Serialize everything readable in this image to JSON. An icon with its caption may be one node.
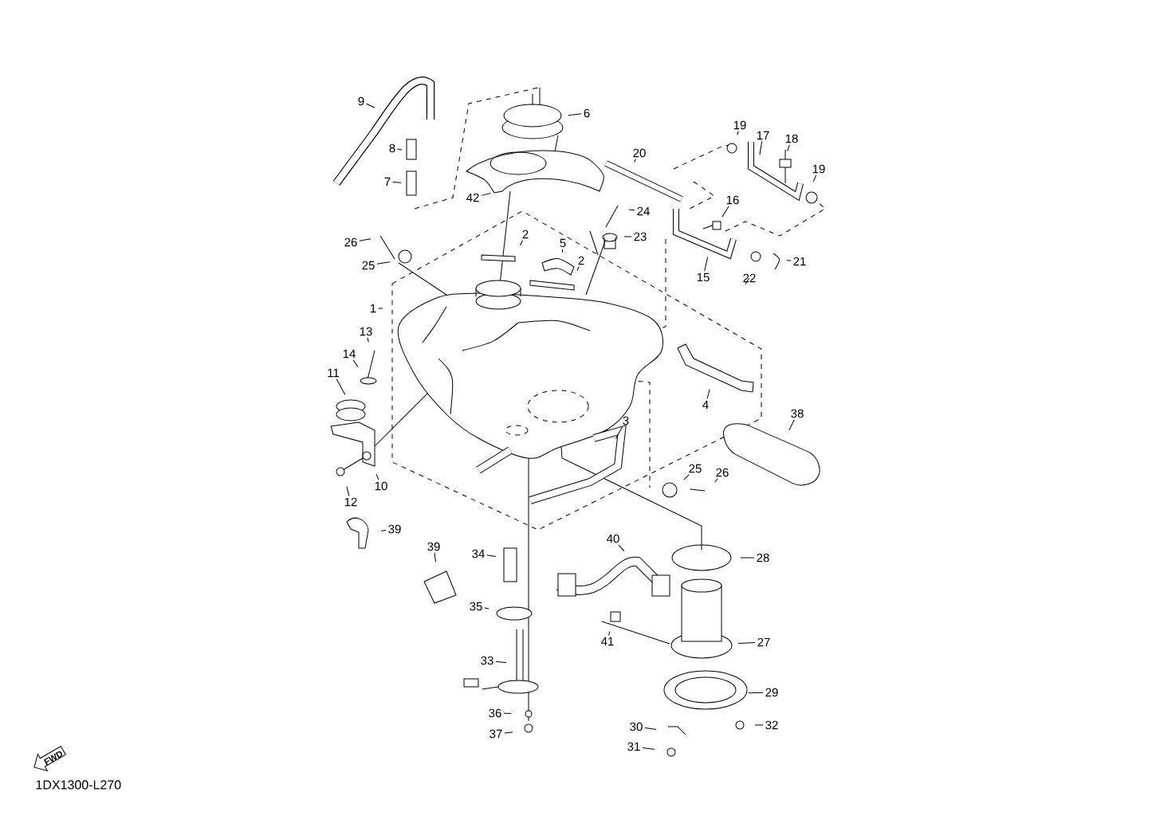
{
  "diagram": {
    "nodes": [
      {
        "text": [
          "9"
        ]
      },
      {
        "text": [
          "8"
        ]
      },
      {
        "text": [
          "7"
        ]
      },
      {
        "text": [
          "6"
        ]
      },
      {
        "text": [
          "42"
        ]
      },
      {
        "text": [
          "20"
        ]
      },
      {
        "text": [
          "19"
        ]
      },
      {
        "text": [
          "17"
        ]
      },
      {
        "text": [
          "18"
        ]
      },
      {
        "text": [
          "19"
        ]
      },
      {
        "text": [
          "24"
        ]
      },
      {
        "text": [
          "23"
        ]
      },
      {
        "text": [
          "16"
        ]
      },
      {
        "text": [
          "15"
        ]
      },
      {
        "text": [
          "22"
        ]
      },
      {
        "text": [
          "21"
        ]
      },
      {
        "text": [
          "26"
        ]
      },
      {
        "text": [
          "25"
        ]
      },
      {
        "text": [
          "2"
        ]
      },
      {
        "text": [
          "5"
        ]
      },
      {
        "text": [
          "2"
        ]
      },
      {
        "text": [
          "1"
        ]
      },
      {
        "text": [
          "13"
        ]
      },
      {
        "text": [
          "14"
        ]
      },
      {
        "text": [
          "11"
        ]
      },
      {
        "text": [
          "10"
        ]
      },
      {
        "text": [
          "12"
        ]
      },
      {
        "text": [
          "4"
        ]
      },
      {
        "text": [
          "3"
        ]
      },
      {
        "text": [
          "38"
        ]
      },
      {
        "text": [
          "25"
        ]
      },
      {
        "text": [
          "26"
        ]
      },
      {
        "text": [
          "39"
        ]
      },
      {
        "text": [
          "39"
        ]
      },
      {
        "text": [
          "34"
        ]
      },
      {
        "text": [
          "40"
        ]
      },
      {
        "text": [
          "28"
        ]
      },
      {
        "text": [
          "35"
        ]
      },
      {
        "text": [
          "41"
        ]
      },
      {
        "text": [
          "27"
        ]
      },
      {
        "text": [
          "33"
        ]
      },
      {
        "text": [
          "29"
        ]
      },
      {
        "text": [
          "36"
        ]
      },
      {
        "text": [
          "32"
        ]
      },
      {
        "text": [
          "30"
        ]
      },
      {
        "text": [
          "37"
        ]
      },
      {
        "text": [
          "31"
        ]
      }
    ],
    "edges": [
      {
        "from": 0,
        "to": null,
        "arrow": "none"
      },
      {
        "from": 1,
        "to": null,
        "arrow": "none"
      },
      {
        "from": 2,
        "to": null,
        "arrow": "none"
      },
      {
        "from": 3,
        "to": null,
        "arrow": "none"
      },
      {
        "from": 4,
        "to": null,
        "arrow": "none"
      },
      {
        "from": 5,
        "to": null,
        "arrow": "none"
      },
      {
        "from": 6,
        "to": null,
        "arrow": "none"
      },
      {
        "from": 7,
        "to": null,
        "arrow": "none"
      },
      {
        "from": 8,
        "to": null,
        "arrow": "none"
      },
      {
        "from": 9,
        "to": null,
        "arrow": "none"
      },
      {
        "from": 10,
        "to": null,
        "arrow": "none"
      },
      {
        "from": 11,
        "to": null,
        "arrow": "none"
      },
      {
        "from": 12,
        "to": null,
        "arrow": "none"
      },
      {
        "from": 13,
        "to": null,
        "arrow": "none"
      },
      {
        "from": 14,
        "to": null,
        "arrow": "none"
      },
      {
        "from": 15,
        "to": null,
        "arrow": "none"
      },
      {
        "from": 16,
        "to": null,
        "arrow": "none"
      },
      {
        "from": 17,
        "to": null,
        "arrow": "none"
      },
      {
        "from": 18,
        "to": null,
        "arrow": "none"
      },
      {
        "from": 19,
        "to": null,
        "arrow": "none"
      },
      {
        "from": 20,
        "to": null,
        "arrow": "none"
      },
      {
        "from": 21,
        "to": null,
        "arrow": "none"
      },
      {
        "from": 22,
        "to": null,
        "arrow": "none"
      },
      {
        "from": 23,
        "to": null,
        "arrow": "none"
      },
      {
        "from": 24,
        "to": null,
        "arrow": "none"
      },
      {
        "from": 25,
        "to": null,
        "arrow": "none"
      },
      {
        "from": 26,
        "to": null,
        "arrow": "none"
      },
      {
        "from": 27,
        "to": null,
        "arrow": "none"
      },
      {
        "from": 28,
        "to": null,
        "arrow": "none"
      },
      {
        "from": 29,
        "to": null,
        "arrow": "none"
      },
      {
        "from": 30,
        "to": null,
        "arrow": "none"
      },
      {
        "from": 31,
        "to": null,
        "arrow": "none"
      },
      {
        "from": 32,
        "to": null,
        "arrow": "none"
      },
      {
        "from": 33,
        "to": null,
        "arrow": "none"
      },
      {
        "from": 34,
        "to": null,
        "arrow": "none"
      },
      {
        "from": 35,
        "to": null,
        "arrow": "none"
      },
      {
        "from": 36,
        "to": null,
        "arrow": "none"
      },
      {
        "from": 37,
        "to": null,
        "arrow": "none"
      },
      {
        "from": 38,
        "to": null,
        "arrow": "none"
      },
      {
        "from": 39,
        "to": null,
        "arrow": "none"
      },
      {
        "from": 40,
        "to": null,
        "arrow": "none"
      },
      {
        "from": 41,
        "to": null,
        "arrow": "none"
      },
      {
        "from": 42,
        "to": null,
        "arrow": "none"
      },
      {
        "from": 43,
        "to": null,
        "arrow": "none"
      },
      {
        "from": 44,
        "to": null,
        "arrow": "none"
      },
      {
        "from": 45,
        "to": null,
        "arrow": "none"
      },
      {
        "from": 46,
        "to": null,
        "arrow": "none"
      }
    ],
    "labels": [
      "FWD",
      "1DX1300-L270"
    ]
  }
}
